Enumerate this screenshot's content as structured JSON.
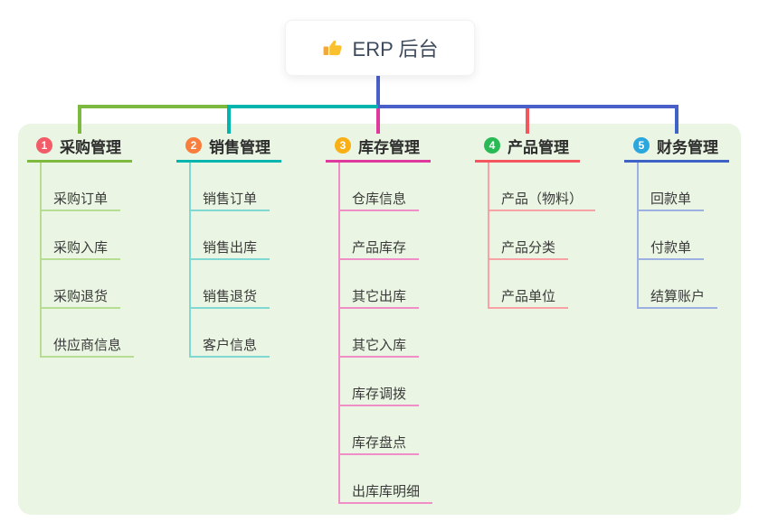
{
  "root": {
    "title": "ERP 后台",
    "icon": "thumbs-up-icon"
  },
  "colors": {
    "canvas": "#ffffff",
    "panel": "#eaf6e3",
    "root_connector": "#4a5fc8"
  },
  "branches": [
    {
      "badge": "1",
      "label": "采购管理",
      "badge_color": "#f25b68",
      "line_color": "#7cb93e",
      "child_line_color": "#b7dd92",
      "children": [
        "采购订单",
        "采购入库",
        "采购退货",
        "供应商信息"
      ]
    },
    {
      "badge": "2",
      "label": "销售管理",
      "badge_color": "#f97e3d",
      "line_color": "#00b5ad",
      "child_line_color": "#7fd8d1",
      "children": [
        "销售订单",
        "销售出库",
        "销售退货",
        "客户信息"
      ]
    },
    {
      "badge": "3",
      "label": "库存管理",
      "badge_color": "#f9b014",
      "line_color": "#e0399e",
      "child_line_color": "#f08fc7",
      "children": [
        "仓库信息",
        "产品库存",
        "其它出库",
        "其它入库",
        "库存调拨",
        "库存盘点",
        "出库库明细"
      ]
    },
    {
      "badge": "4",
      "label": "产品管理",
      "badge_color": "#29ba55",
      "line_color": "#f4555f",
      "child_line_color": "#f9a2a6",
      "children": [
        "产品（物料）",
        "产品分类",
        "产品单位"
      ]
    },
    {
      "badge": "5",
      "label": "财务管理",
      "badge_color": "#2ca7de",
      "line_color": "#3e62c6",
      "child_line_color": "#9cb0e2",
      "children": [
        "回款单",
        "付款单",
        "结算账户"
      ]
    }
  ]
}
